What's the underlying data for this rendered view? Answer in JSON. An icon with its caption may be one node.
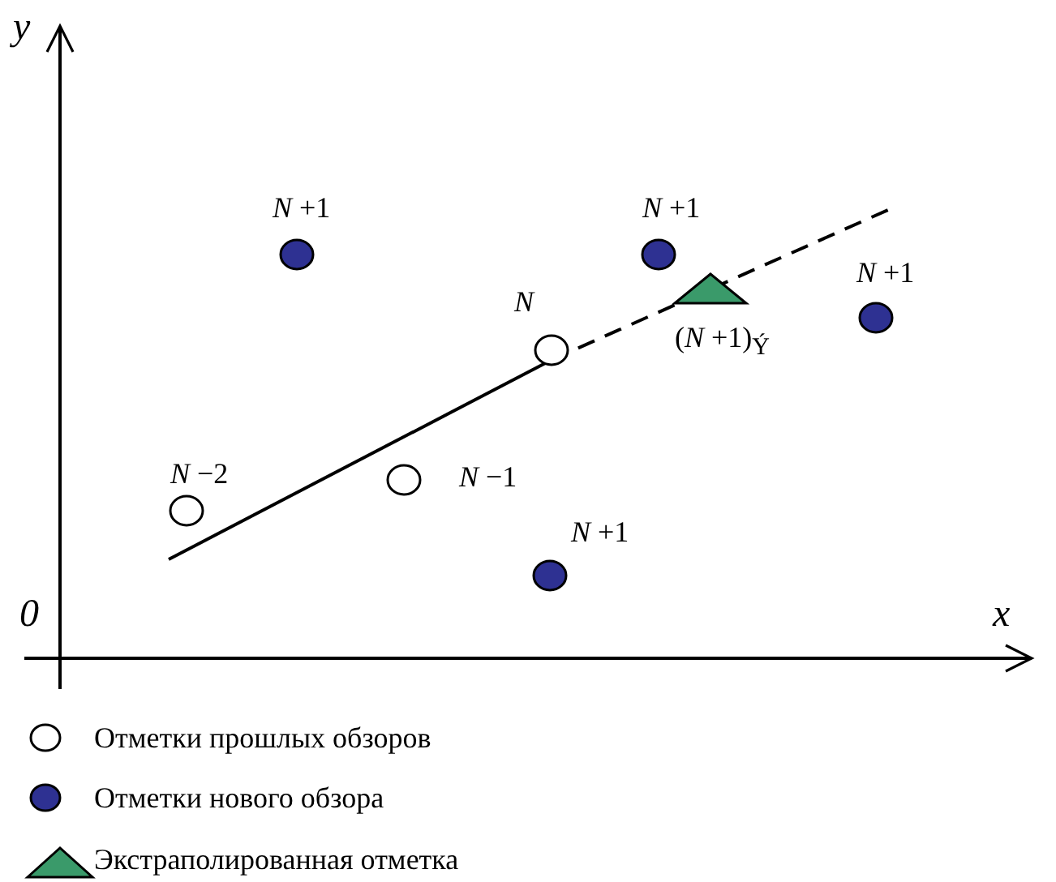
{
  "diagram": {
    "nodes": [
      {
        "text": [],
        "shape": "circle",
        "beside": [
          "*N* +1"
        ]
      },
      {
        "text": [],
        "shape": "circle",
        "beside": [
          "*N* +1"
        ]
      },
      {
        "text": [],
        "shape": "triangle",
        "beside": [
          "(*N* +1)$_{Ý}$"
        ]
      },
      {
        "text": [],
        "shape": "circle",
        "beside": [
          "*N* +1"
        ]
      },
      {
        "text": [],
        "shape": "circle",
        "beside": [
          "*N*"
        ]
      },
      {
        "text": [],
        "shape": "circle",
        "beside": [
          "*N* −1"
        ]
      },
      {
        "text": [],
        "shape": "circle",
        "beside": [
          "*N* −2"
        ]
      },
      {
        "text": [],
        "shape": "circle",
        "beside": [
          "*N* +1"
        ]
      }
    ],
    "labels": [
      "y",
      "0",
      "x"
    ],
    "legend": [
      {
        "text": "Отметки прошлых обзоров"
      },
      {
        "text": "Отметки нового обзора"
      },
      {
        "text": "Экстраполированная отметка"
      }
    ]
  }
}
